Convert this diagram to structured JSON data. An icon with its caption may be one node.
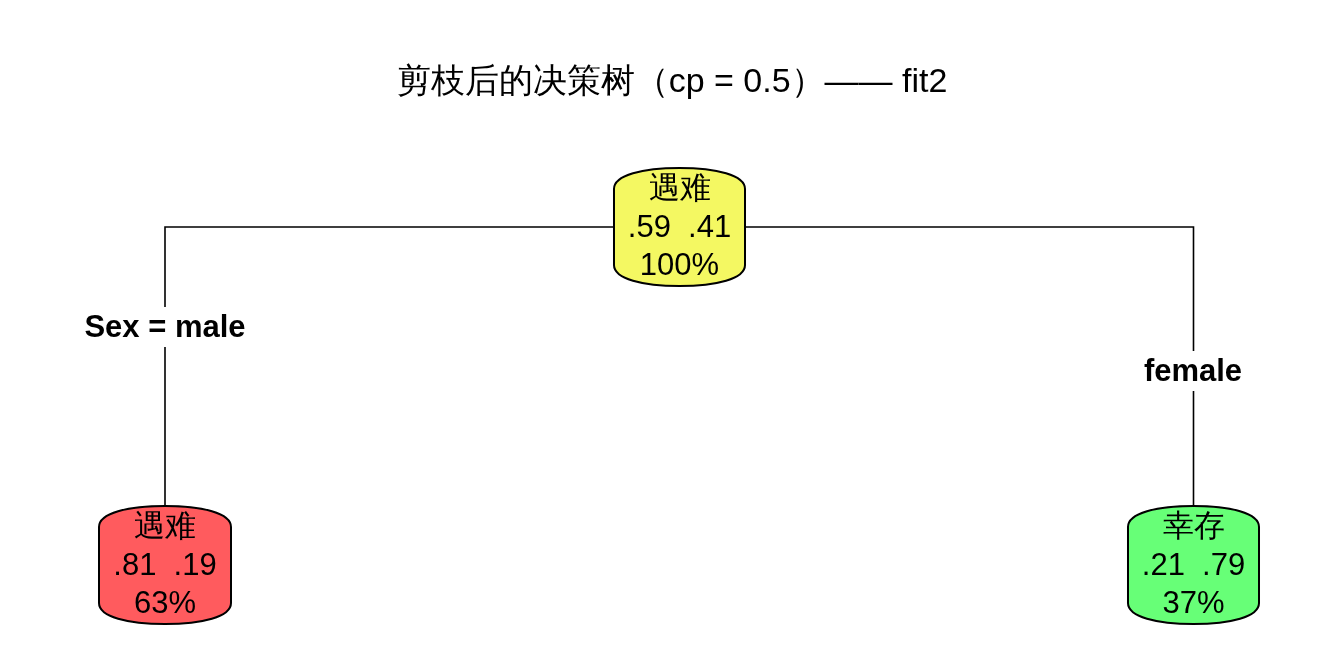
{
  "diagram": {
    "title": "剪枝后的决策树（cp = 0.5）—— fit2",
    "nodes": [
      {
        "text": [
          "遇难",
          ".59  .41",
          "100%"
        ]
      },
      {
        "text": [
          "遇难",
          ".81  .19",
          "63%"
        ]
      },
      {
        "text": [
          "幸存",
          ".21  .79",
          "37%"
        ]
      }
    ],
    "edges": [
      {
        "from": 0,
        "to": 1,
        "arrow": "none",
        "label": "Sex = male"
      },
      {
        "from": 0,
        "to": 2,
        "arrow": "none",
        "label": "female"
      }
    ]
  }
}
